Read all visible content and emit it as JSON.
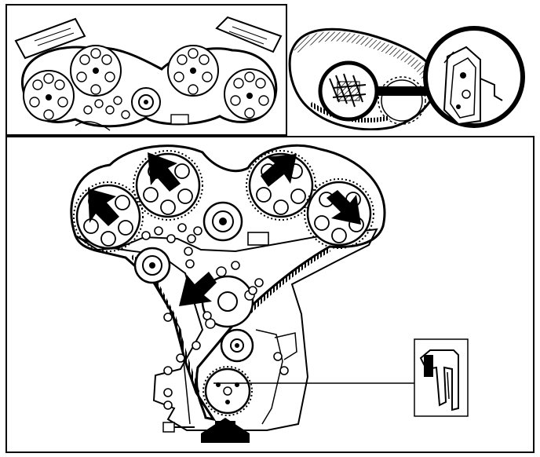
{
  "figure": {
    "panels": [
      {
        "id": "overview",
        "caption": ""
      },
      {
        "id": "tensioner-detail",
        "caption": ""
      },
      {
        "id": "main-timing-diagram",
        "caption": ""
      },
      {
        "id": "lock-tool-inset",
        "caption": ""
      }
    ],
    "callouts": {
      "arrow_count": 6,
      "meaning": ""
    },
    "colors": {
      "ink": "#000000",
      "paper": "#ffffff"
    }
  }
}
